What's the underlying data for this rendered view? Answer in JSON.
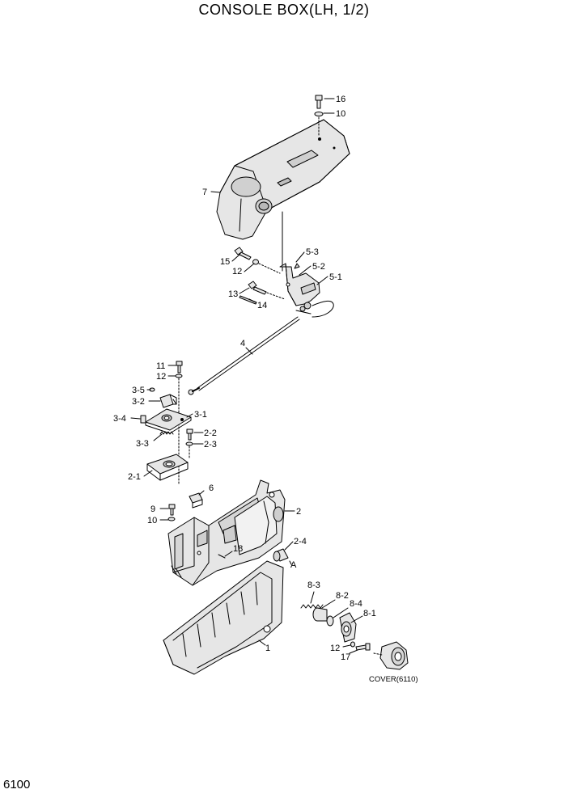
{
  "title": "CONSOLE BOX(LH, 1/2)",
  "page_number": "6100",
  "callouts": {
    "p16": "16",
    "p10a": "10",
    "p7": "7",
    "p5_3": "5-3",
    "p15": "15",
    "p5_2": "5-2",
    "p12a": "12",
    "p5_1": "5-1",
    "p13": "13",
    "p14": "14",
    "p4": "4",
    "p11": "11",
    "p12b": "12",
    "p3_5": "3-5",
    "p3_2": "3-2",
    "p3_1": "3-1",
    "p3_4": "3-4",
    "p2_2": "2-2",
    "p3_3": "3-3",
    "p2_3": "2-3",
    "p2_1": "2-1",
    "p6": "6",
    "p9": "9",
    "p2": "2",
    "p10b": "10",
    "p2_4": "2-4",
    "p18": "18",
    "pA": "A",
    "p8_3": "8-3",
    "p8_2": "8-2",
    "p8_4": "8-4",
    "p8_1": "8-1",
    "p12c": "12",
    "p17": "17",
    "p1": "1",
    "cover": "COVER(6110)"
  }
}
